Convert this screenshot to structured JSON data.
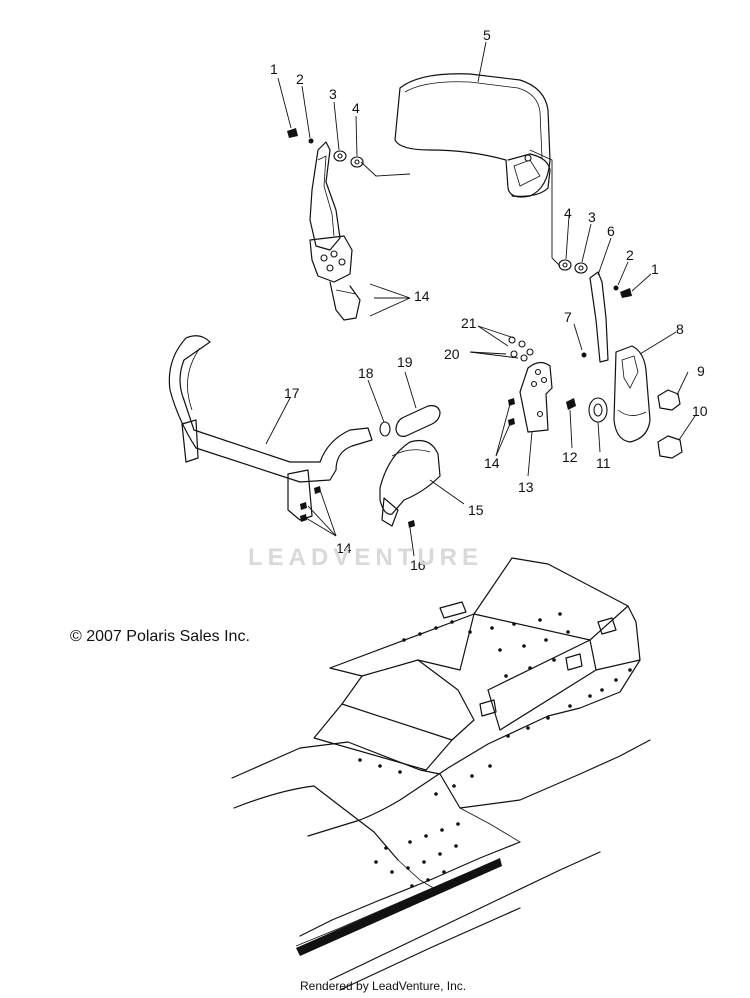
{
  "callouts": {
    "c1a": "1",
    "c2a": "2",
    "c3a": "3",
    "c4a": "4",
    "c5": "5",
    "c4b": "4",
    "c3b": "3",
    "c6": "6",
    "c2b": "2",
    "c1b": "1",
    "c14a": "14",
    "c21": "21",
    "c7": "7",
    "c8": "8",
    "c20": "20",
    "c9": "9",
    "c18": "18",
    "c19": "19",
    "c17": "17",
    "c10": "10",
    "c14b": "14",
    "c12": "12",
    "c11": "11",
    "c13": "13",
    "c15": "15",
    "c14c": "14",
    "c16": "16"
  },
  "copyright": "© 2007 Polaris Sales Inc.",
  "watermark": "LEADVENTURE",
  "credit": "Rendered by LeadVenture, Inc."
}
